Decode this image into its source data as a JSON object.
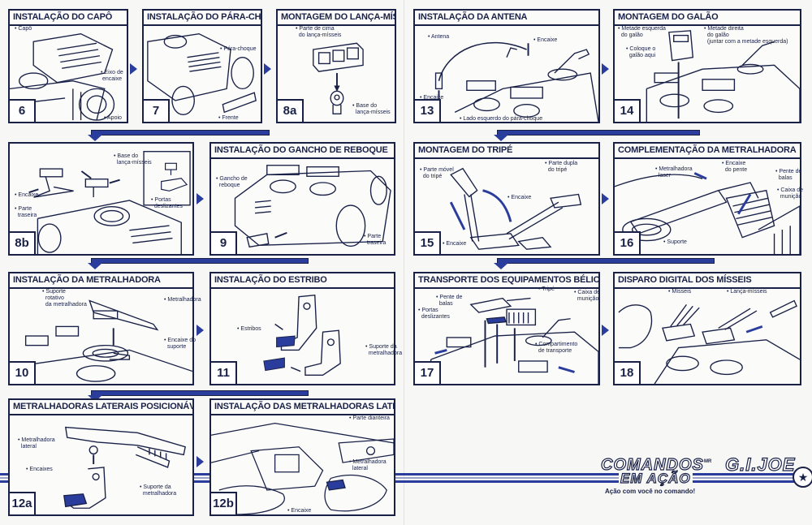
{
  "colors": {
    "ink": "#1a2147",
    "accent_blue": "#2a3d9c",
    "paper": "#f7f7f5"
  },
  "panels": {
    "p6": {
      "number": "6",
      "title": "INSTALAÇÃO DO CAPÔ",
      "labels": [
        "• Capô",
        "• Eixo de\n encaixe",
        "• Apoio"
      ]
    },
    "p7": {
      "number": "7",
      "title": "INSTALAÇÃO DO PÁRA-CHOQUE",
      "labels": [
        "• Pára-choque",
        "• Frente"
      ]
    },
    "p8a": {
      "number": "8a",
      "title": "MONTAGEM DO LANÇA-MÍSSEIS",
      "labels": [
        "• Parte de cima\n  do lança-mísseis",
        "• Base do\n  lança-mísseis"
      ]
    },
    "p8b": {
      "number": "8b",
      "title": "",
      "labels": [
        "• Base do\n  lança-mísseis",
        "• Encaixe",
        "• Parte\n  traseira",
        "• Portas\n  deslizantes"
      ]
    },
    "p9": {
      "number": "9",
      "title": "INSTALAÇÃO DO GANCHO DE REBOQUE",
      "labels": [
        "• Gancho de\n  reboque",
        "• Parte\n  traseira"
      ]
    },
    "p10": {
      "number": "10",
      "title": "INSTALAÇÃO DA METRALHADORA",
      "labels": [
        "• Suporte\n  rotativo\n  da metralhadora",
        "• Metralhadora",
        "• Encaixe do\n  suporte"
      ]
    },
    "p11": {
      "number": "11",
      "title": "INSTALAÇÃO DO ESTRIBO",
      "labels": [
        "• Estribos",
        "• Suporte da\n  metralhadora"
      ]
    },
    "p12a": {
      "number": "12a",
      "title": "METRALHADORAS LATERAIS POSICIONÁVEIS",
      "labels": [
        "• Metralhadora\n  lateral",
        "• Encaixes",
        "• Suporte da\n  metralhadora"
      ]
    },
    "p12b": {
      "number": "12b",
      "title": "INSTALAÇÃO DAS METRALHADORAS LATERAIS",
      "labels": [
        "• Parte dianteira",
        "• Metralhadora\n  lateral",
        "• Encaixe"
      ]
    },
    "p13": {
      "number": "13",
      "title": "INSTALAÇÃO DA ANTENA",
      "labels": [
        "• Antena",
        "• Encaixe",
        "• Encaixe",
        "• Lado esquerdo do pára-choque"
      ]
    },
    "p14": {
      "number": "14",
      "title": "MONTAGEM DO GALÃO",
      "labels": [
        "• Metade esquerda\n  do galão",
        "• Metade direita\n  do galão\n  (juntar com a metade esquerda)",
        "• Coloque o\n  galão aqui"
      ]
    },
    "p15": {
      "number": "15",
      "title": "MONTAGEM DO TRIPÉ",
      "labels": [
        "• Parte móvel\n  do tripé",
        "• Parte dupla\n  do tripé",
        "• Encaixe",
        "• Encaixe"
      ]
    },
    "p16": {
      "number": "16",
      "title": "COMPLEMENTAÇÃO DA METRALHADORA",
      "labels": [
        "• Metralhadora\n  laser",
        "• Encaixe\n  do pente",
        "• Pente de\n  balas",
        "• Caixa de\n  munição",
        "• Suporte"
      ]
    },
    "p17": {
      "number": "17",
      "title": "TRANSPORTE DOS EQUIPAMENTOS BÉLICOS",
      "labels": [
        "• Tripé",
        "• Pente de\n  balas",
        "• Caixa de\n  munição",
        "• Portas\n  deslizantes",
        "• Compartimento\n  de transporte"
      ]
    },
    "p18": {
      "number": "18",
      "title": "DISPARO DIGITAL DOS MÍSSEIS",
      "labels": [
        "• Mísseis",
        "• Lança-mísseis"
      ]
    }
  },
  "branding": {
    "brand_line1": "COMANDOS",
    "brand_line2": "EM AÇÃO",
    "trademark": "MR",
    "logo": "G.I.JOE",
    "tagline": "Ação com você no comando!"
  }
}
